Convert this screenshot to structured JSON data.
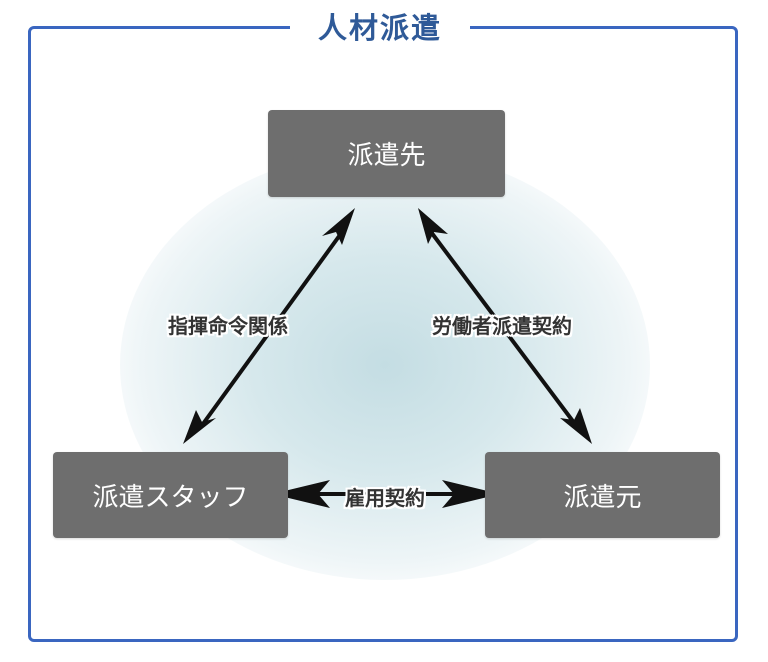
{
  "title": "人材派遣",
  "nodes": {
    "top": "派遣先",
    "left": "派遣スタッフ",
    "right": "派遣元"
  },
  "edges": {
    "left": "指揮命令関係",
    "right": "労働者派遣契約",
    "bottom": "雇用契約"
  },
  "colors": {
    "frame": "#3a66c0",
    "title": "#2f5a98",
    "node": "#6e6e6e",
    "node_text": "#ffffff",
    "arrow": "#111111",
    "glow": "#c4dde3"
  }
}
